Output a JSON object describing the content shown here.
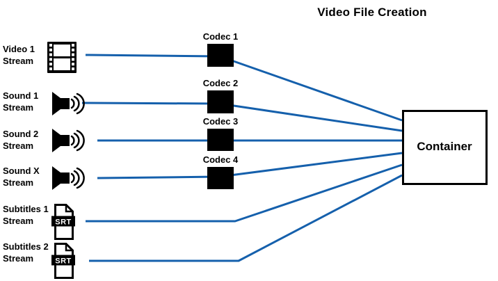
{
  "title": "Video File Creation",
  "colors": {
    "connector": "#1560AC",
    "shape": "#000000",
    "background": "#FFFFFF"
  },
  "container": {
    "label": "Container"
  },
  "codecs": [
    {
      "label": "Codec 1"
    },
    {
      "label": "Codec 2"
    },
    {
      "label": "Codec 3"
    },
    {
      "label": "Codec 4"
    }
  ],
  "streams": [
    {
      "line1": "Video 1",
      "line2": "Stream",
      "icon": "film-strip-icon"
    },
    {
      "line1": "Sound 1",
      "line2": "Stream",
      "icon": "speaker-icon"
    },
    {
      "line1": "Sound 2",
      "line2": "Stream",
      "icon": "speaker-icon"
    },
    {
      "line1": "Sound X",
      "line2": "Stream",
      "icon": "speaker-icon"
    },
    {
      "line1": "Subtitles 1",
      "line2": "Stream",
      "icon": "srt-file-icon"
    },
    {
      "line1": "Subtitles 2",
      "line2": "Stream",
      "icon": "srt-file-icon"
    }
  ],
  "srt_badge": "SRT"
}
